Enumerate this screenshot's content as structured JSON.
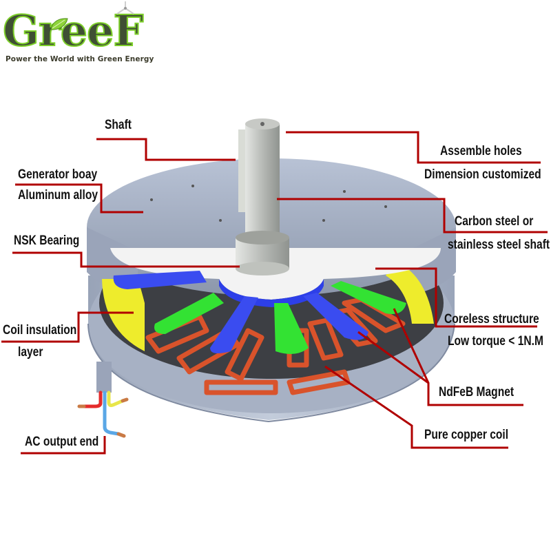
{
  "logo": {
    "brand": "GreeF",
    "tagline": "Power the World with Green Energy",
    "icons": [
      "leaf-icon",
      "wind-turbine-icon"
    ],
    "colors": {
      "text": "#3f4f34",
      "outline": "#7dcf2a",
      "accent": "#9be22a"
    }
  },
  "diagram": {
    "subject": "Coreless axial flux permanent magnet generator (cutaway)",
    "leader_line_color": "#b00000",
    "labels": [
      {
        "id": "shaft",
        "lines": [
          "Shaft"
        ]
      },
      {
        "id": "generator-body",
        "lines": [
          "Generator boay",
          "Aluminum alloy"
        ]
      },
      {
        "id": "nsk-bearing",
        "lines": [
          "NSK Bearing"
        ]
      },
      {
        "id": "coil-insulation",
        "lines": [
          "Coil insulation",
          "layer"
        ]
      },
      {
        "id": "ac-output",
        "lines": [
          "AC output end"
        ]
      },
      {
        "id": "assemble-holes",
        "lines": [
          "Assemble holes",
          "Dimension customized"
        ]
      },
      {
        "id": "shaft-material",
        "lines": [
          "Carbon steel or",
          "stainless steel shaft"
        ]
      },
      {
        "id": "coreless-structure",
        "lines": [
          "Coreless structure",
          "Low torque < 1N.M"
        ]
      },
      {
        "id": "ndfeb-magnet",
        "lines": [
          "NdFeB  Magnet"
        ]
      },
      {
        "id": "copper-coil",
        "lines": [
          "Pure copper coil"
        ]
      }
    ],
    "part_colors": {
      "housing": "#a9b4c8",
      "rotor_disc": "#f2f2f2",
      "magnet_blue": "#3a4cf0",
      "magnet_green": "#33e233",
      "insulation": "#f0ee30",
      "coil": "#d9532b",
      "shaft": "#c9cbc8",
      "wire_red": "#e52b2b",
      "wire_blue": "#5aa7e6",
      "wire_yellow": "#e8e64a",
      "wire_copper": "#c97a45"
    }
  }
}
